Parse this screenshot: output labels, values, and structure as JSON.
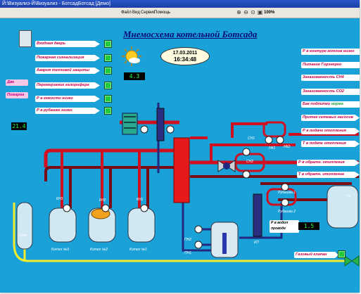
{
  "window": {
    "title": "Й:\\Визуализ-Й\\Визуализ - БотсадБотсад [Демо]"
  },
  "menu": {
    "items": [
      "Файл",
      "Вид",
      "Сервис",
      "Помощь"
    ],
    "zoom": "100%"
  },
  "heading": "Мнемосхема котельной Ботсада",
  "clock": {
    "date": "17.03.2011",
    "time": "16:34:48"
  },
  "left_alarms": [
    {
      "label": "Входная дверь"
    },
    {
      "label": "Пожарная сигнализация"
    },
    {
      "label": "Авария тепловой защиты"
    },
    {
      "label": "Перемерзание калорифера"
    },
    {
      "label": "Р в емкости низко"
    },
    {
      "label": "Р в рубашке низко"
    }
  ],
  "left_partial": {
    "top": "Две",
    "bottom": "Пожарна"
  },
  "weather_display": "4.3",
  "left_display": "21.4",
  "right_labels": [
    {
      "label": "Р в контуре котлов низко"
    },
    {
      "label": "Питание Горэнерго"
    },
    {
      "label": "Загазованность СН4"
    },
    {
      "label": "Загазованность СО2"
    }
  ],
  "tank_status": {
    "label": "Бак подпитки",
    "value": "норма"
  },
  "right_arrows": [
    {
      "label": "Протек сетевых насосов"
    },
    {
      "label": "Р в подаче отопления"
    },
    {
      "label": "Т в подаче отопления"
    },
    {
      "label": "Р в обратн. отопления"
    },
    {
      "label": "Т в обратн. отопление"
    }
  ],
  "pumps": {
    "ch1": "СН1",
    "nk1": "НК1",
    "nk2": "НК2",
    "ch2": "СН2",
    "kn3": "КН3",
    "kn2": "КН2",
    "kn1": "КН1",
    "pn2": "ПН2",
    "pn1": "ПН1",
    "kp": "КП"
  },
  "jackets": {
    "one": "Рубашка 1",
    "two": "Рубашка 2"
  },
  "boilers": [
    {
      "label": "Котел №3"
    },
    {
      "label": "Котел №2"
    },
    {
      "label": "Котел №1"
    }
  ],
  "boiler_left_partial": "Кот",
  "water_pressure": {
    "label_1": "Р в водоп",
    "label_2": "проводе",
    "value": "1.5"
  },
  "gas_valve": {
    "label": "Газовый клапан"
  },
  "right_tank_partial": "На",
  "colors": {
    "canvas_bg": "#1aa1d8",
    "pipe_red": "#d01020",
    "pipe_dark": "#7a0a14",
    "pipe_yellow": "#f2ec2c",
    "pipe_blue": "#202880",
    "led_green": "#21c93b",
    "label_text": "#c40048"
  }
}
